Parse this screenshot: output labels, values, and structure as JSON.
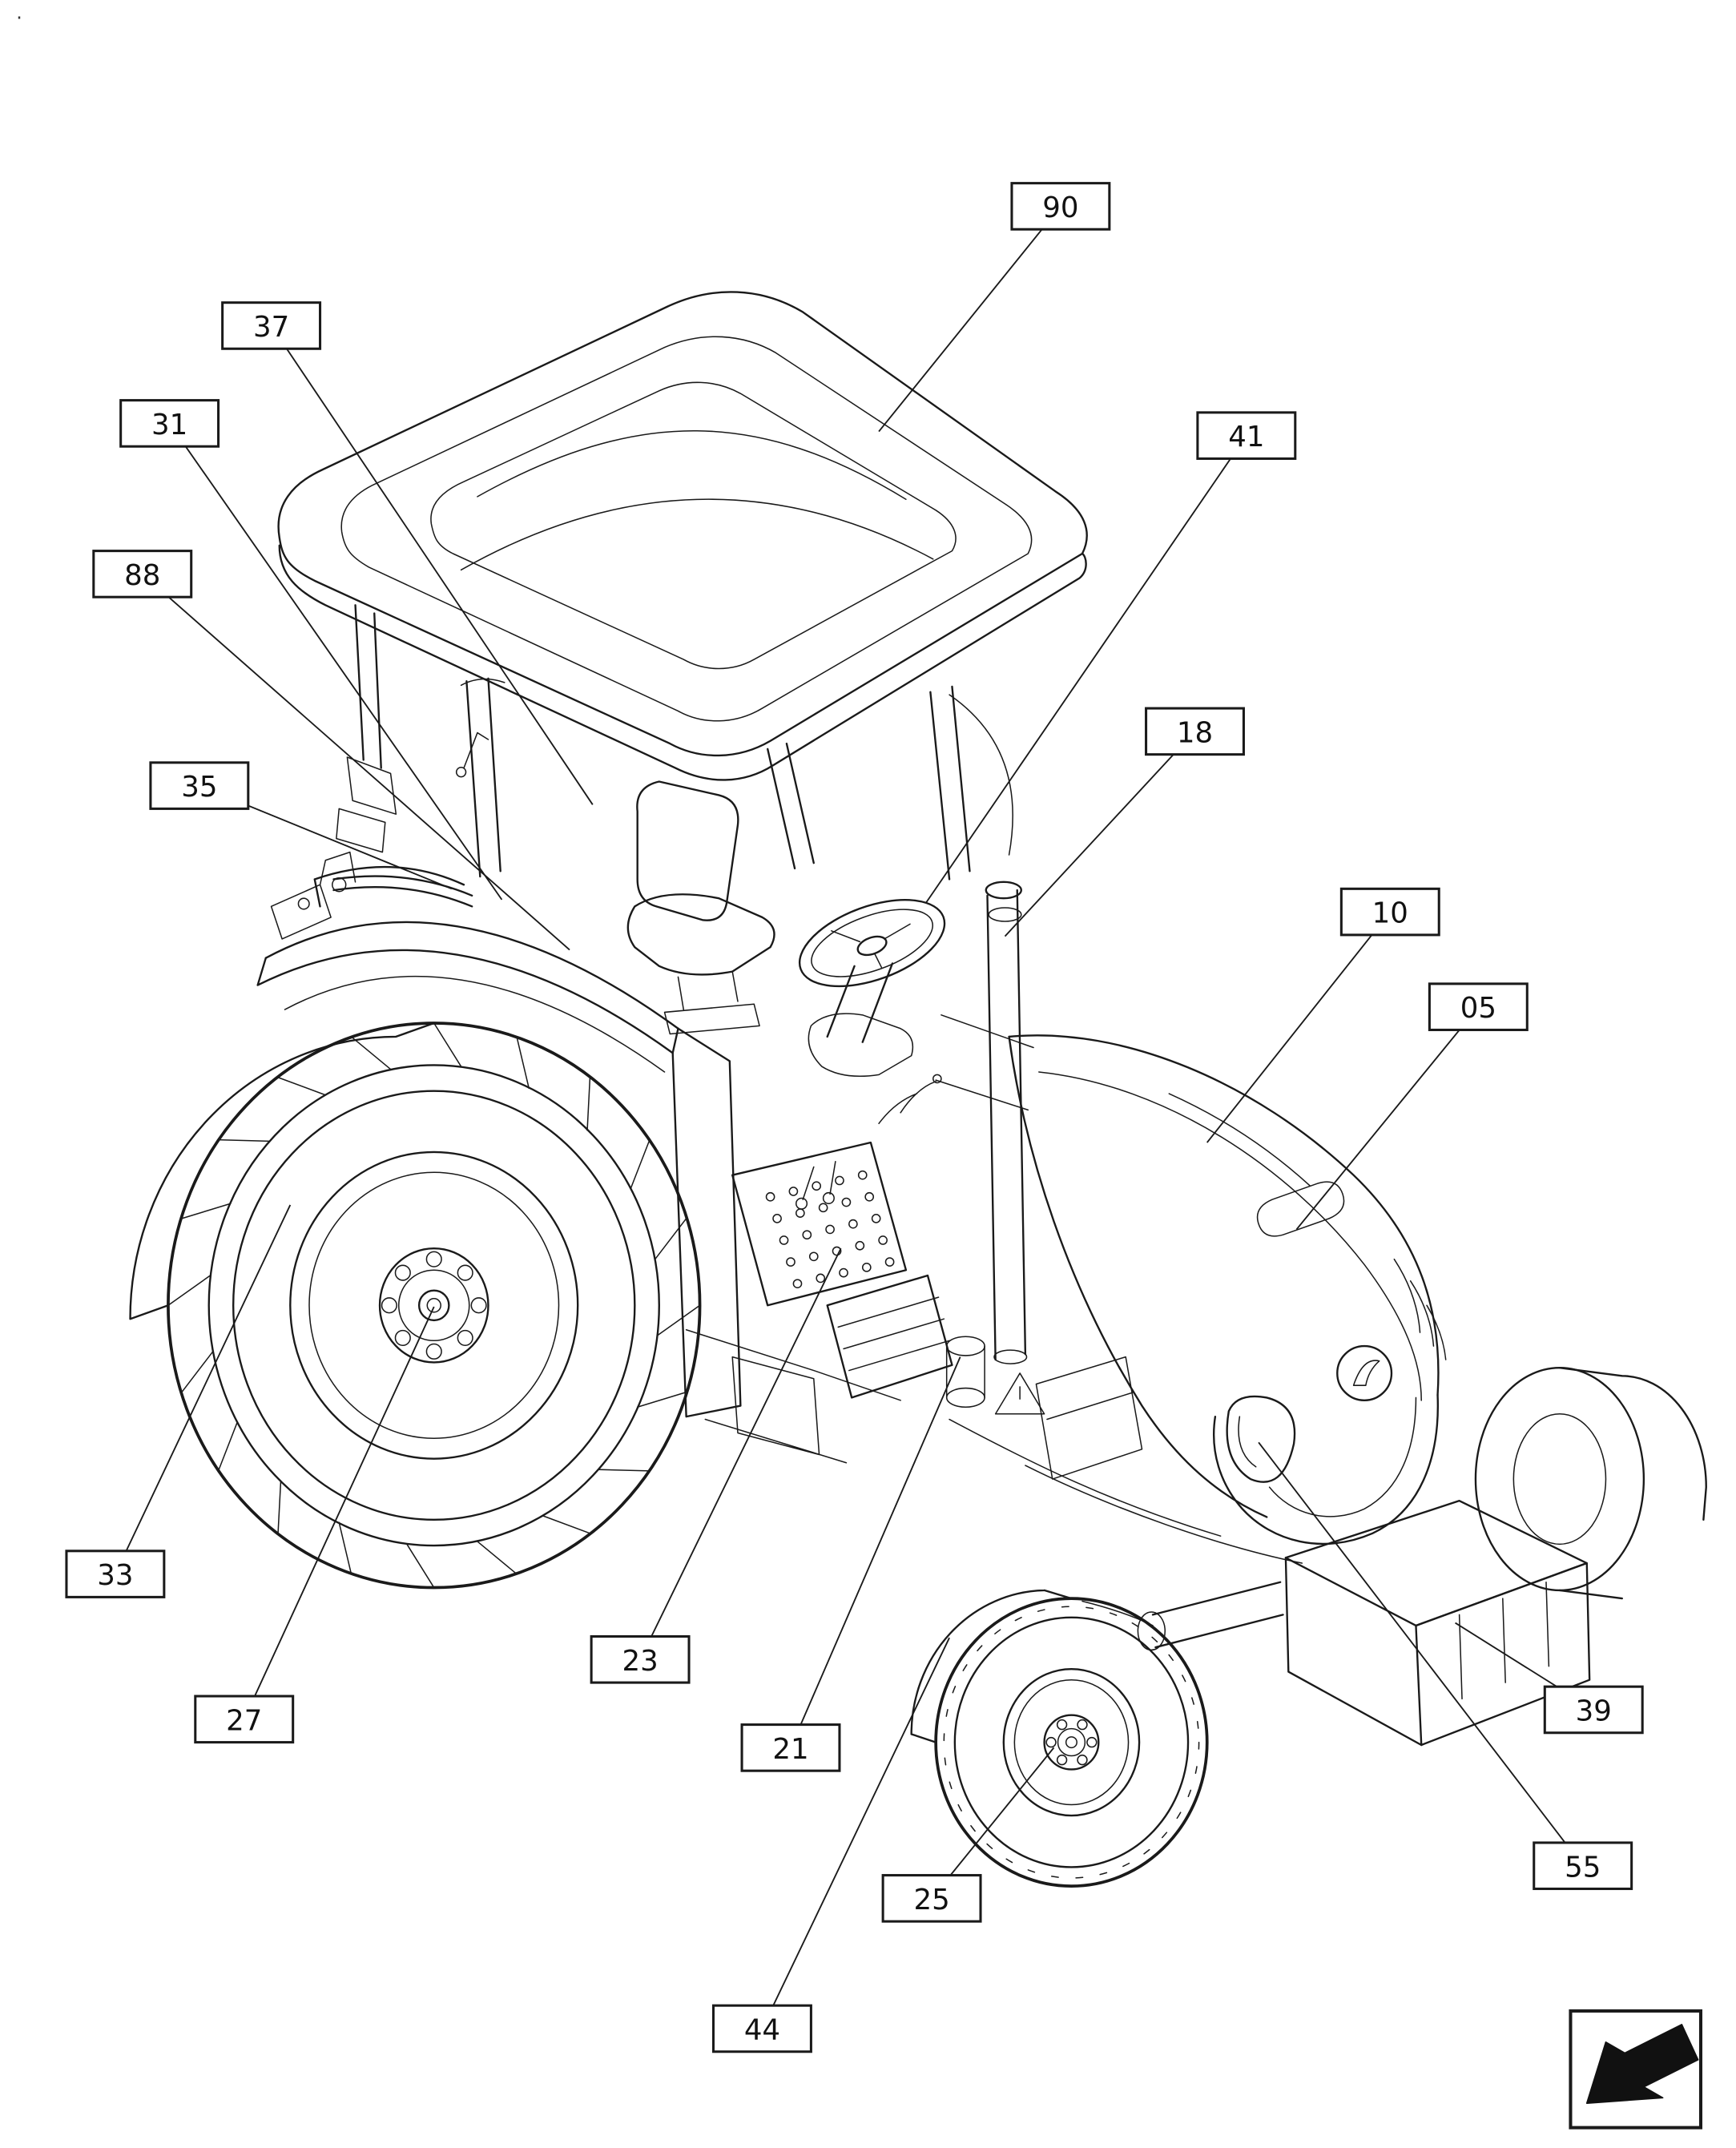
{
  "page": {
    "corner_mark": ".",
    "background_color": "#ffffff",
    "line_color": "#1a1a1a"
  },
  "diagram": {
    "callouts": [
      {
        "label": "90"
      },
      {
        "label": "37"
      },
      {
        "label": "31"
      },
      {
        "label": "88"
      },
      {
        "label": "35"
      },
      {
        "label": "41"
      },
      {
        "label": "18"
      },
      {
        "label": "10"
      },
      {
        "label": "05"
      },
      {
        "label": "33"
      },
      {
        "label": "27"
      },
      {
        "label": "23"
      },
      {
        "label": "21"
      },
      {
        "label": "25"
      },
      {
        "label": "44"
      },
      {
        "label": "39"
      },
      {
        "label": "55"
      }
    ],
    "nav": {
      "icon": "page-turn-arrow-icon"
    }
  }
}
